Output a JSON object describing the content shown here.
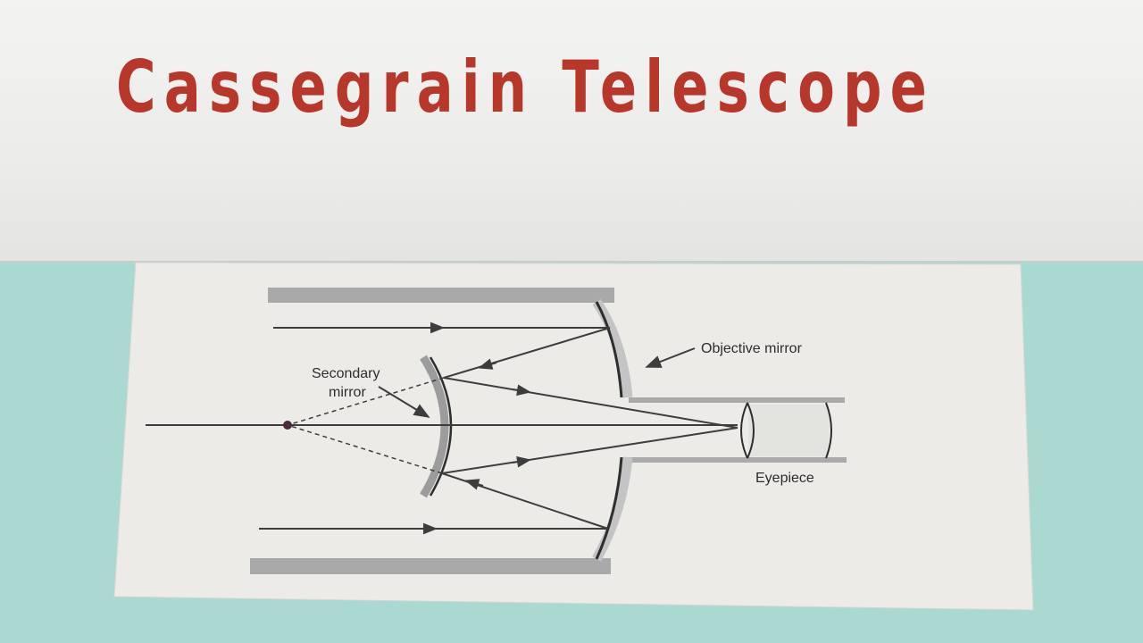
{
  "title": "Cassegrain Telescope",
  "diagram": {
    "labels": {
      "secondary_line1": "Secondary",
      "secondary_line2": "mirror",
      "objective": "Objective mirror",
      "eyepiece": "Eyepiece"
    }
  },
  "colors": {
    "marker_ink": "#b7372a",
    "table": "#a9d9d1",
    "paper": "#ecebe8",
    "tube": "#a9a9a9",
    "ray": "#3d3d3d"
  }
}
